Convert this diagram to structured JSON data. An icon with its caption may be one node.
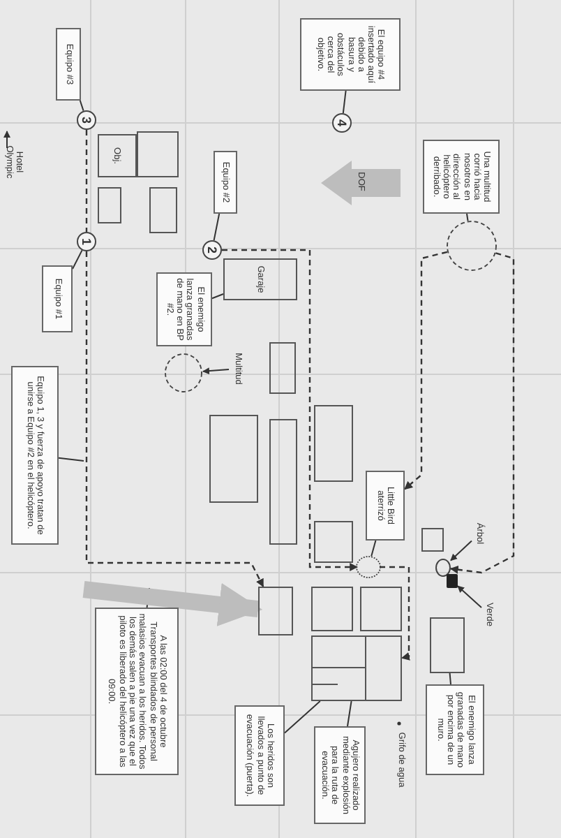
{
  "diagram": {
    "nodes": [
      {
        "text": [
          "Equipo #3"
        ]
      },
      {
        "text": [
          "3"
        ]
      },
      {
        "text": [
          "El equipo #4 insertado aquí debido a basura y obstáculos cerca del objetivo."
        ]
      },
      {
        "text": [
          "4"
        ]
      },
      {
        "text": [
          "Una multitud corrió hacia nosotros en dirección al helicóptero derribado."
        ]
      },
      {
        "text": [
          "Obj."
        ]
      },
      {
        "text": [
          "Equipo #2"
        ]
      },
      {
        "text": [
          "1"
        ]
      },
      {
        "text": [
          "2"
        ]
      },
      {
        "text": [
          "Equipo #1"
        ]
      },
      {
        "text": [
          "Garaje"
        ]
      },
      {
        "text": [
          "El enemigo lanza granadas de mano en BP #2."
        ]
      },
      {
        "text": [],
        "shape": "circle"
      },
      {
        "text": [
          "Multitud"
        ]
      },
      {
        "text": [],
        "shape": "circle"
      },
      {
        "text": [
          "Equipo 1, 3 y fuerza de apoyo tratan de unirse a Equipo #2 en el helicóptero."
        ]
      },
      {
        "text": [
          "Little Bird aterrizó"
        ]
      },
      {
        "text": [],
        "shape": "circle"
      },
      {
        "text": [
          "Árbol"
        ]
      },
      {
        "text": [],
        "shape": "circle"
      },
      {
        "text": [],
        "shape": "box"
      },
      {
        "text": [
          "Verde"
        ]
      },
      {
        "text": [],
        "shape": "box"
      },
      {
        "text": [
          "A las 02:00 del 4 de octubre Transportes blindados de personal malasios evacuan a los heridos. Todos los demás salen a pie una vez que el piloto es liberado del helicóptero a las 09:00."
        ]
      },
      {
        "text": [],
        "shape": "box"
      },
      {
        "text": [
          "Agujero realizado mediante explosión para la ruta de evacuación."
        ]
      },
      {
        "text": [
          "Los heridos son llevados a punto de evacuación (puerta)."
        ]
      },
      {
        "text": [
          "El enemigo lanza granadas de mano por encima de un muro."
        ]
      },
      {
        "text": [],
        "shape": "box"
      },
      {
        "text": [],
        "shape": "box"
      },
      {
        "text": [],
        "shape": "box"
      },
      {
        "text": [],
        "shape": "box"
      },
      {
        "text": [],
        "shape": "box"
      },
      {
        "text": [],
        "shape": "box"
      },
      {
        "text": [],
        "shape": "box"
      },
      {
        "text": [],
        "shape": "box"
      },
      {
        "text": [],
        "shape": "box"
      },
      {
        "text": [],
        "shape": "box"
      },
      {
        "text": [],
        "shape": "box"
      },
      {
        "text": [],
        "shape": "box"
      }
    ],
    "edges": [
      {
        "from": 0,
        "to": 1,
        "arrow": "none"
      },
      {
        "from": 2,
        "to": 3,
        "arrow": "none"
      },
      {
        "from": 4,
        "to": 12,
        "arrow": "none"
      },
      {
        "from": 6,
        "to": 8,
        "arrow": "none"
      },
      {
        "from": 9,
        "to": 7,
        "arrow": "none"
      },
      {
        "from": 11,
        "to": 10,
        "arrow": "none"
      },
      {
        "from": 13,
        "to": 14,
        "arrow": "to"
      },
      {
        "from": 1,
        "to": 7,
        "arrow": "none",
        "style": "dashed"
      },
      {
        "from": 7,
        "to": 39,
        "arrow": "to",
        "style": "dashed"
      },
      {
        "from": 15,
        "to": null,
        "arrow": "none"
      },
      {
        "from": 8,
        "to": 17,
        "arrow": "to",
        "style": "dashed"
      },
      {
        "from": 17,
        "to": 24,
        "arrow": "to",
        "style": "dashed"
      },
      {
        "from": 12,
        "to": 16,
        "arrow": "to",
        "style": "dashed"
      },
      {
        "from": 12,
        "to": 19,
        "arrow": "to",
        "style": "dashed"
      },
      {
        "from": 16,
        "to": 17,
        "arrow": "none"
      },
      {
        "from": 18,
        "to": 19,
        "arrow": "to"
      },
      {
        "from": 21,
        "to": 20,
        "arrow": "to"
      },
      {
        "from": 23,
        "to": null,
        "arrow": "none"
      },
      {
        "from": 25,
        "to": 24,
        "arrow": "none"
      },
      {
        "from": 26,
        "to": 24,
        "arrow": "none"
      },
      {
        "from": 27,
        "to": 22,
        "arrow": "none"
      },
      {
        "from": null,
        "to": 39,
        "arrow": "to",
        "style": "thick",
        "color": "#bdbdbd"
      }
    ],
    "labels": [
      "Hotel Olympic",
      "DOF",
      "Grifo de agua"
    ]
  }
}
